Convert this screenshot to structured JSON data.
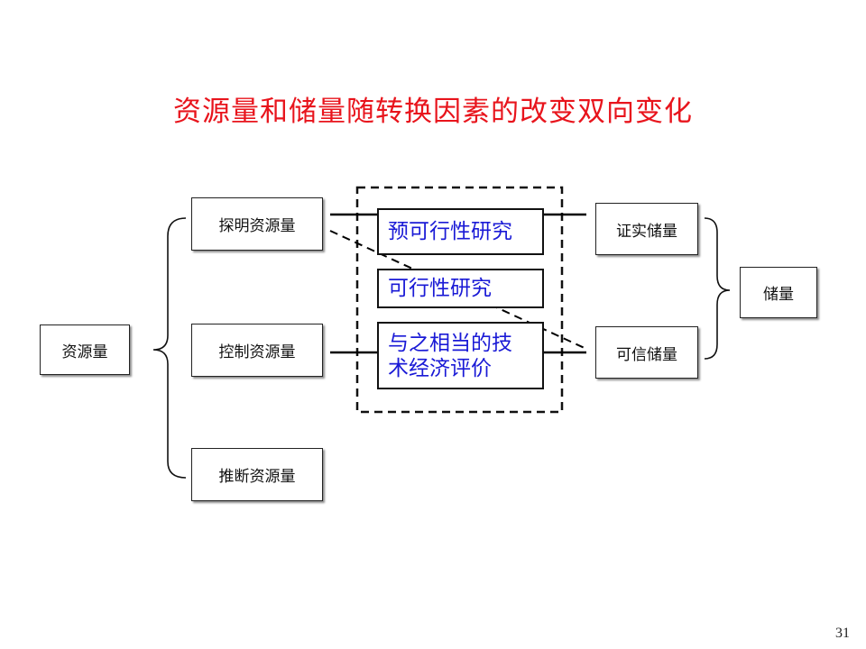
{
  "slide": {
    "title": "资源量和储量随转换因素的改变双向变化",
    "page_number": "31"
  },
  "diagram": {
    "resource": "资源量",
    "resource_categories": {
      "explored": "探明资源量",
      "controlled": "控制资源量",
      "inferred": "推断资源量"
    },
    "studies": {
      "prefeasibility": "预可行性研究",
      "feasibility": "可行性研究",
      "equivalent_line1": "与之相当的技",
      "equivalent_line2": "术经济评价"
    },
    "reserve_categories": {
      "proven": "证实储量",
      "probable": "可信储量"
    },
    "reserve": "储量"
  }
}
